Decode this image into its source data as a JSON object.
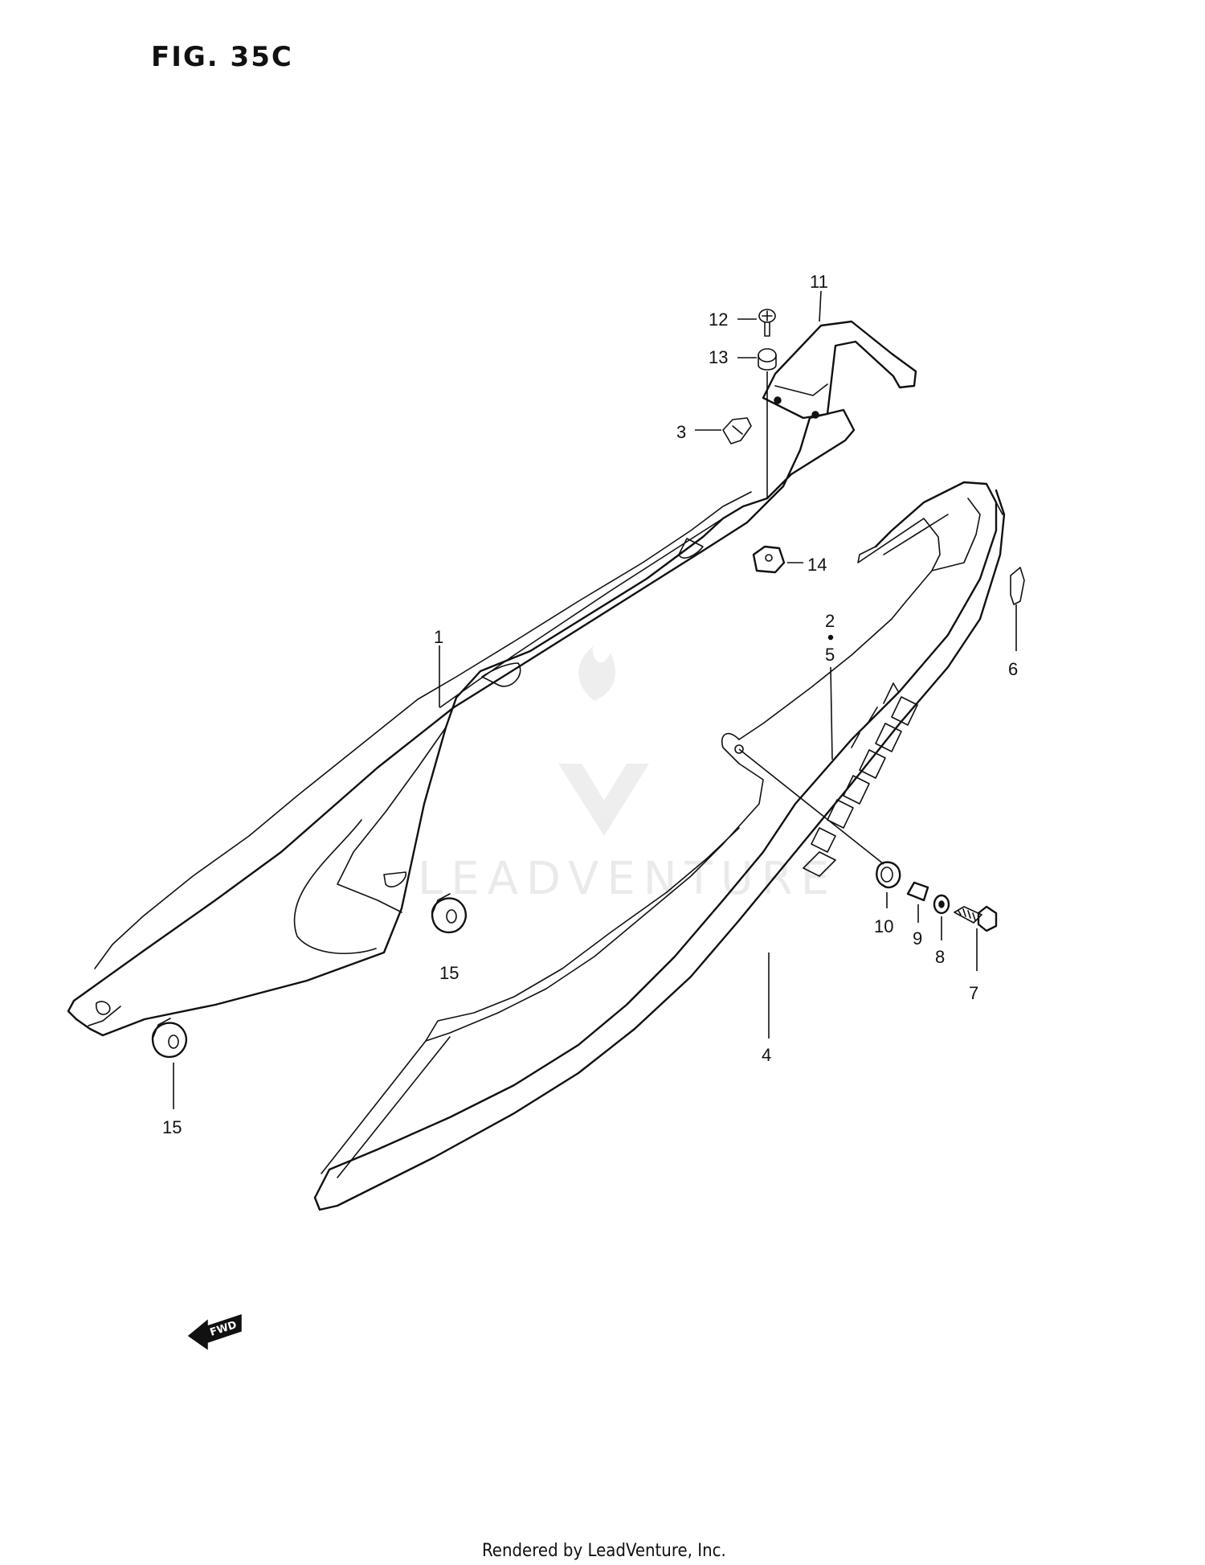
{
  "figure": {
    "title": "FIG. 35C"
  },
  "watermark": {
    "text": "LEADVENTURE"
  },
  "fwd_arrow": {
    "label": "FWD"
  },
  "footer": {
    "text": "Rendered by LeadVenture, Inc."
  },
  "callouts": {
    "c1": "1",
    "c2": "2",
    "c3": "3",
    "c4": "4",
    "c5": "5",
    "c6": "6",
    "c7": "7",
    "c8": "8",
    "c9": "9",
    "c10": "10",
    "c11": "11",
    "c12": "12",
    "c13": "13",
    "c14": "14",
    "c15a": "15",
    "c15b": "15"
  }
}
